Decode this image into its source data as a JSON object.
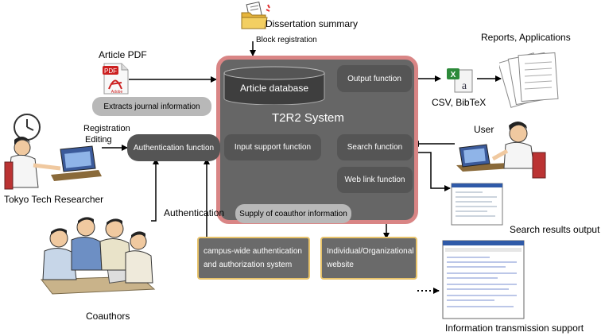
{
  "diagram": {
    "system_name": "T2R2 System",
    "database_label": "Article database",
    "functions": {
      "output": "Output function",
      "input_support": "Input support function",
      "search": "Search function",
      "web_link": "Web link function",
      "authentication": "Authentication function"
    },
    "annotations": {
      "extracts_journal": "Extracts journal information",
      "supply_coauthor": "Supply of coauthor information"
    },
    "external_boxes": {
      "campus_auth_line1": "campus-wide authentication",
      "campus_auth_line2": "and authorization system",
      "website_line1": "Individual/Organizational",
      "website_line2": "website"
    },
    "labels": {
      "dissertation_summary": "Dissertation summary",
      "block_registration": "Block registration",
      "article_pdf": "Article PDF",
      "reports_applications": "Reports, Applications",
      "csv_bibtex": "CSV, BibTeX",
      "user": "User",
      "registration": "Registration",
      "editing": "Editing",
      "tokyo_tech_researcher": "Tokyo Tech Researcher",
      "authentication": "Authentication",
      "coauthors": "Coauthors",
      "search_results_output": "Search results output",
      "information_transmission_support": "Information transmission support"
    },
    "icons": {
      "pdf_badge": "PDF",
      "pdf_brand": "Adobe",
      "excel_badge": "X",
      "csv_letter": "a"
    }
  }
}
